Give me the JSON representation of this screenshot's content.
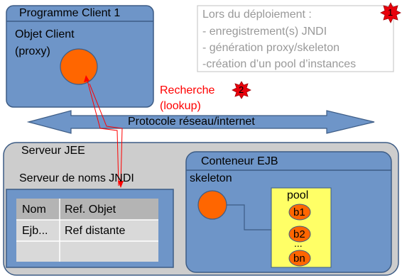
{
  "client": {
    "title": "Programme  Client 1",
    "object_label_line1": "Objet Client",
    "object_label_line2": "(proxy)"
  },
  "deployment_note": {
    "heading": "Lors du déploiement :",
    "items": [
      "- enregistrement(s) JNDI",
      "- génération proxy/skeleton",
      "-création d’un pool d’instances"
    ],
    "badge": "1"
  },
  "lookup": {
    "line1": "Recherche",
    "line2": "(lookup)",
    "badge": "2"
  },
  "network": {
    "label": "Protocole réseau/internet"
  },
  "server": {
    "title": "Serveur JEE",
    "jndi": {
      "title": "Serveur de noms JNDI",
      "headers": [
        "Nom",
        "Ref. Objet"
      ],
      "rows": [
        [
          "Ejb...",
          "Ref distante"
        ],
        [
          "",
          ""
        ]
      ]
    },
    "container": {
      "title": "Conteneur EJB",
      "skeleton_label": "skeleton",
      "pool_label": "pool",
      "instances": [
        "b1",
        "b2",
        "bn"
      ],
      "ellipsis": "..."
    }
  },
  "colors": {
    "blue_box": "#6e95c8",
    "blue_stroke": "#3d5c85",
    "server_bg": "#cdcdcd",
    "orange": "#ff6600",
    "pool_yellow": "#ffff66",
    "red": "#ff0000",
    "badge_red": "#e8000b",
    "table_header": "#b4b4b4",
    "table_row": "#d9d9d9"
  }
}
